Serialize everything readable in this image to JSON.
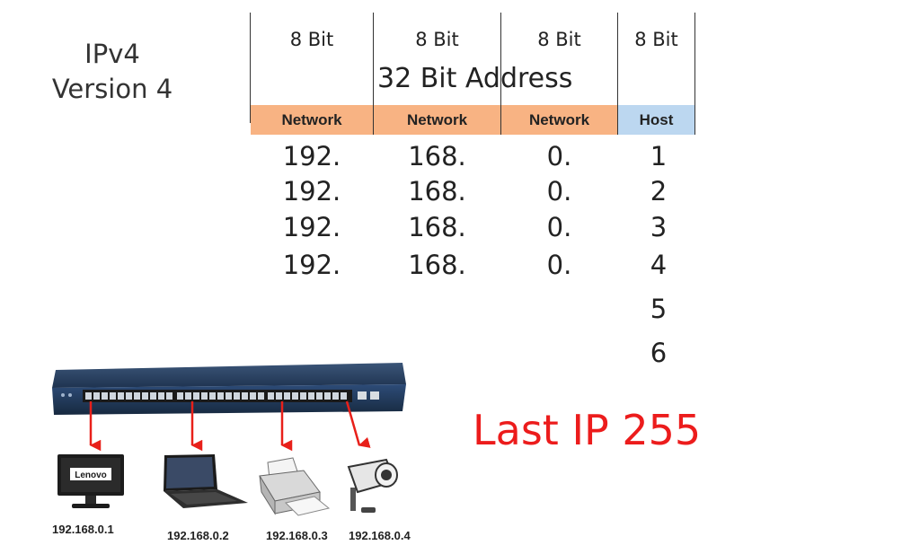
{
  "title": {
    "line1": "IPv4",
    "line2": "Version 4"
  },
  "bit_labels": [
    "8 Bit",
    "8 Bit",
    "8 Bit",
    "8 Bit"
  ],
  "address_label": "32 Bit Address",
  "segments": [
    "Network",
    "Network",
    "Network",
    "Host"
  ],
  "rows": [
    [
      "192.",
      "168.",
      "0.",
      "1"
    ],
    [
      "192.",
      "168.",
      "0.",
      "2"
    ],
    [
      "192.",
      "168.",
      "0.",
      "3"
    ],
    [
      "192.",
      "168.",
      "0.",
      "4"
    ]
  ],
  "extra_hosts": [
    "5",
    "6"
  ],
  "last_ip": "Last IP 255",
  "devices": [
    {
      "type": "desktop",
      "brand": "Lenovo",
      "ip": "192.168.0.1"
    },
    {
      "type": "laptop",
      "ip": "192.168.0.2"
    },
    {
      "type": "printer",
      "ip": "192.168.0.3"
    },
    {
      "type": "camera",
      "ip": "192.168.0.4"
    }
  ],
  "colors": {
    "network": "#f8b383",
    "host": "#bcd7f0",
    "arrow": "#e8201a",
    "last_ip": "#ec1c1c"
  }
}
